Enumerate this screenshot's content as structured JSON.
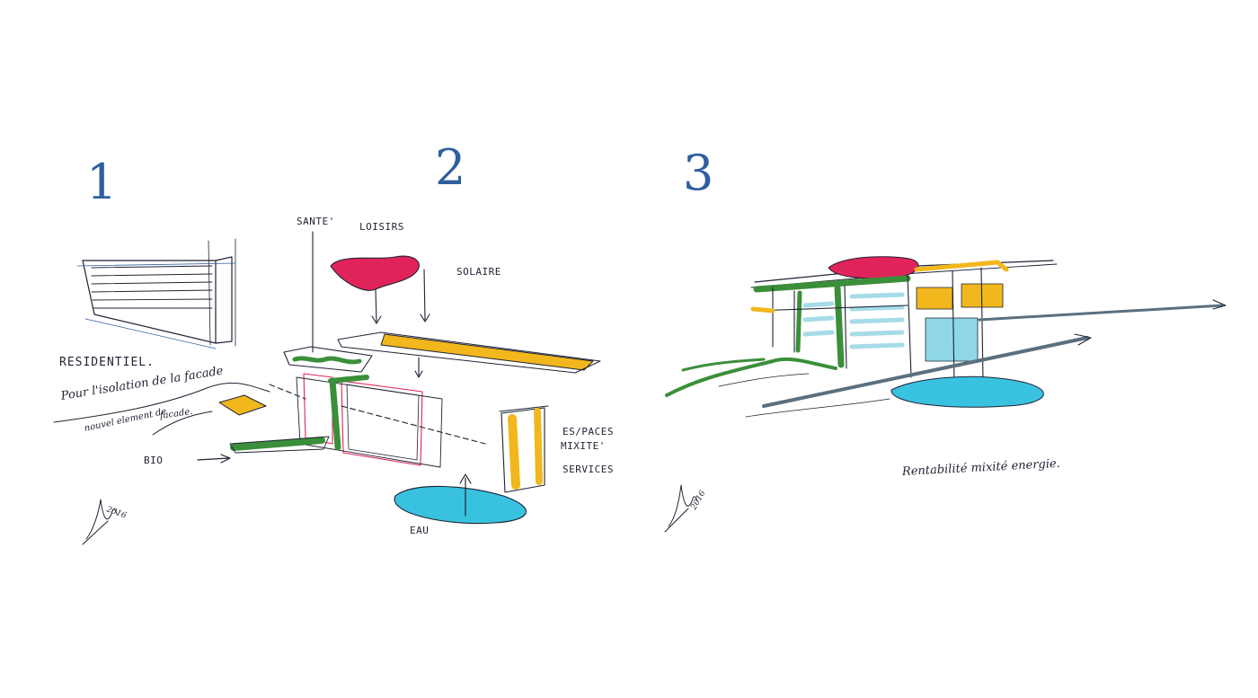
{
  "panels": [
    {
      "number": "1"
    },
    {
      "number": "2"
    },
    {
      "number": "3"
    }
  ],
  "labels": {
    "residential": "RESIDENTIEL.",
    "facade_line1": "Pour l'isolation de la facade",
    "facade_line2": "nouvel element de",
    "facade_line3": "facade.",
    "bio": "BIO",
    "sante": "SANTE'",
    "loisirs": "LOISIRS",
    "solaire": "SOLAIRE",
    "espaces": "ES/PACES",
    "mixite": "MIXITE'",
    "services": "SERVICES",
    "eau": "EAU",
    "rentabilite": "Rentabilité mixité energie."
  },
  "signatures": {
    "left": "2016",
    "right": "2016"
  },
  "colors": {
    "ink": "#1f2233",
    "number_blue": "#2f5f9e",
    "magenta": "#e0245a",
    "yellow": "#f1b71c",
    "green": "#3b8f3a",
    "cyan": "#39c2e0",
    "light_blue": "#a7dbe8",
    "grey": "#5b6f7e"
  }
}
